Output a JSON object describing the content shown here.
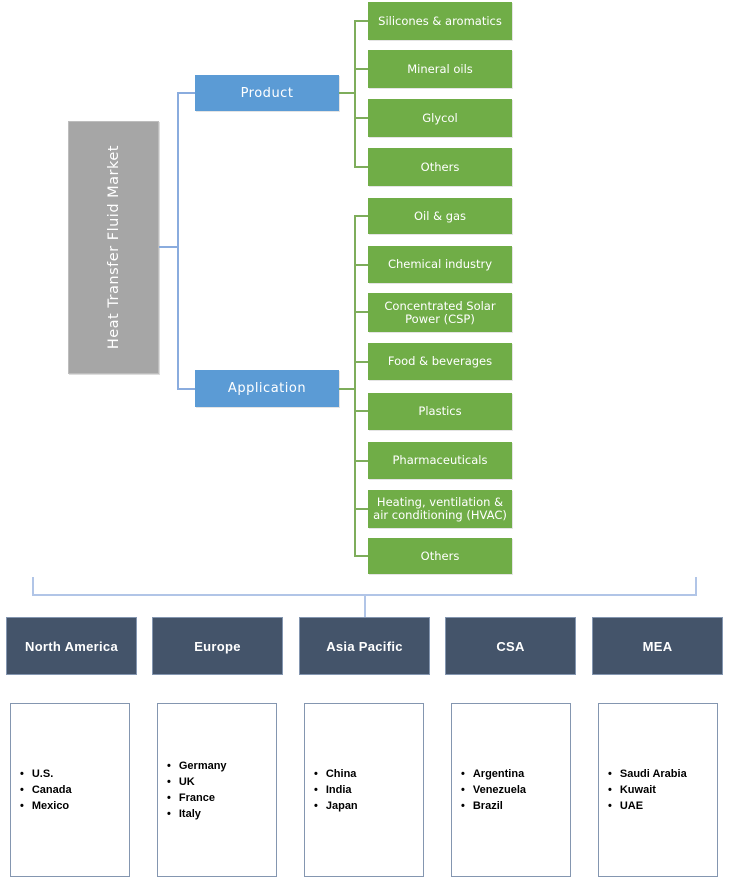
{
  "diagram": {
    "root_label": "Heat Transfer Fluid Market",
    "branches": [
      {
        "label": "Product",
        "items": [
          "Silicones & aromatics",
          "Mineral oils",
          "Glycol",
          "Others"
        ]
      },
      {
        "label": "Application",
        "items": [
          "Oil & gas",
          "Chemical industry",
          "Concentrated Solar Power (CSP)",
          "Food & beverages",
          "Plastics",
          "Pharmaceuticals",
          "Heating, ventilation & air conditioning (HVAC)",
          "Others"
        ]
      }
    ]
  },
  "regions": [
    {
      "label": "North America",
      "countries": [
        "U.S.",
        "Canada",
        "Mexico"
      ]
    },
    {
      "label": "Europe",
      "countries": [
        "Germany",
        "UK",
        "France",
        "Italy"
      ]
    },
    {
      "label": "Asia Pacific",
      "countries": [
        "China",
        "India",
        "Japan"
      ]
    },
    {
      "label": "CSA",
      "countries": [
        "Argentina",
        "Venezuela",
        "Brazil"
      ]
    },
    {
      "label": "MEA",
      "countries": [
        "Saudi Arabia",
        "Kuwait",
        "UAE"
      ]
    }
  ],
  "colors": {
    "root_box": "#A6A6A6",
    "branch_box": "#5B9BD5",
    "segment_box": "#70AD47",
    "region_box": "#44546A",
    "connector_blue": "#8AACDE",
    "connector_green": "#7EAD5B",
    "bracket_line": "#B1C5E7"
  }
}
